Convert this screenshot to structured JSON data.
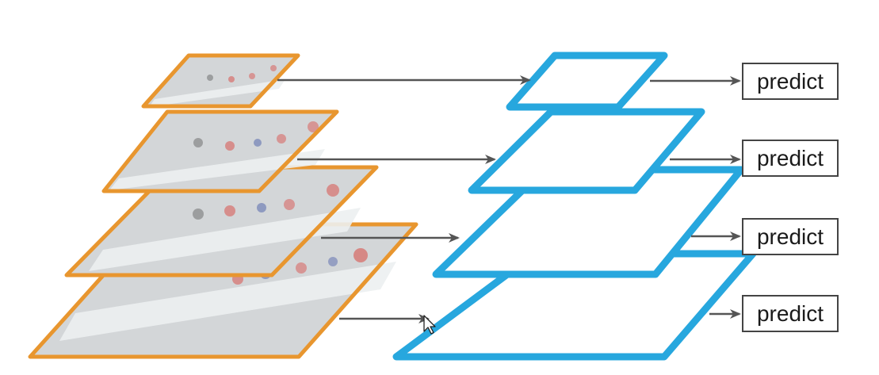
{
  "predict_boxes": [
    {
      "label": "predict"
    },
    {
      "label": "predict"
    },
    {
      "label": "predict"
    },
    {
      "label": "predict"
    }
  ],
  "colors": {
    "image_pyramid_border": "#e8962f",
    "feature_map_border": "#27a7de",
    "arrow": "#555555",
    "predict_box_border": "#444444",
    "image_fill": "#c9cdd0",
    "boat_hull": "#e9ecee",
    "figure_red": "#d9534f",
    "figure_blue": "#4a5ea8"
  },
  "icons": [
    "mouse-cursor-icon"
  ]
}
